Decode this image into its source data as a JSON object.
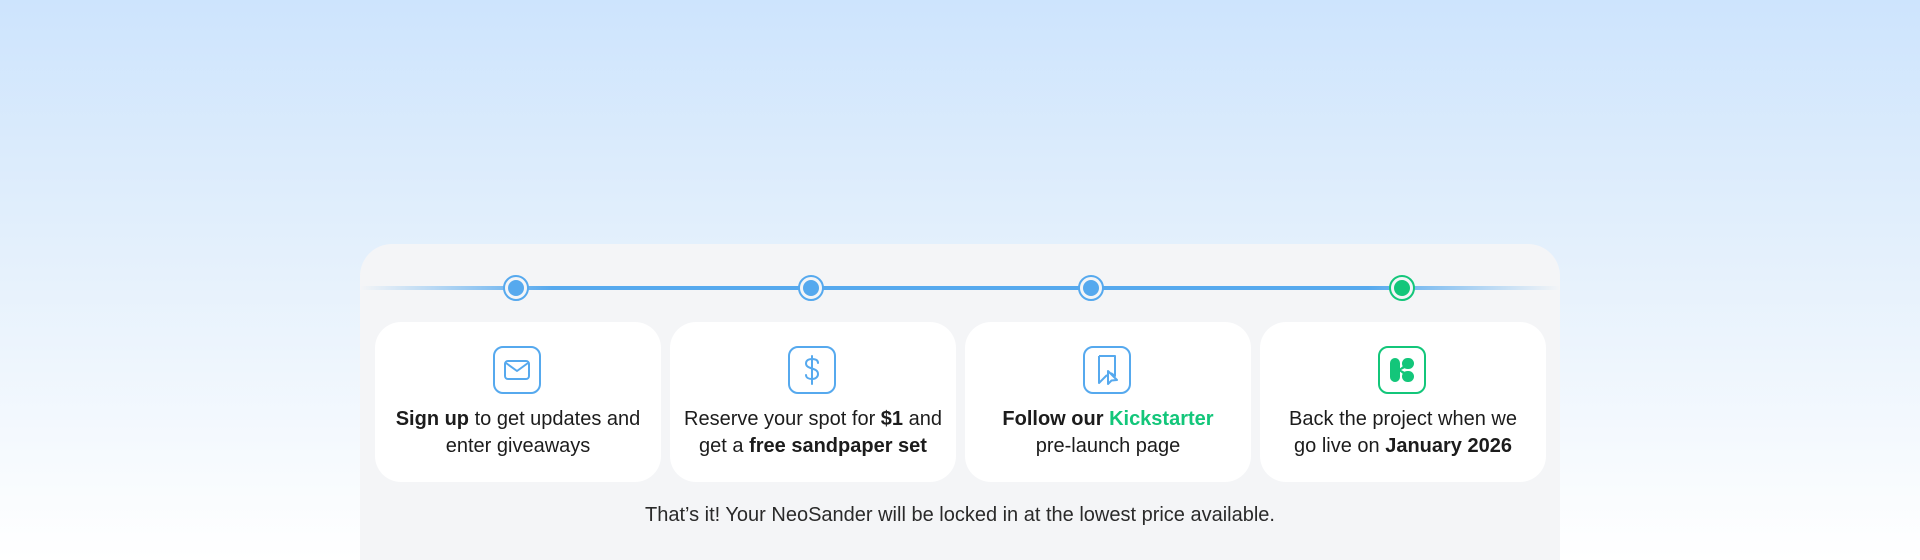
{
  "colors": {
    "blue_accent": "#56a9ee",
    "green_accent": "#13c67a",
    "panel_bg": "#f4f5f7"
  },
  "steps": [
    {
      "icon": "envelope-icon",
      "line1_bold": "Sign up",
      "line1_rest": " to get updates and",
      "line2": "enter giveaways"
    },
    {
      "icon": "dollar-icon",
      "line1_pre": "Reserve your spot for ",
      "line1_bold": "$1",
      "line1_rest": " and",
      "line2_pre": "get a ",
      "line2_bold": "free sandpaper set"
    },
    {
      "icon": "bookmark-cursor-icon",
      "line1_bold": "Follow our ",
      "line1_link": "Kickstarter",
      "line2": "pre-launch page"
    },
    {
      "icon": "kickstarter-icon",
      "line1": "Back the project when we",
      "line2_pre": "go live on ",
      "line2_bold": "January 2026"
    }
  ],
  "footer": {
    "text": "That’s it! Your NeoSander will be locked in at the lowest price available."
  }
}
